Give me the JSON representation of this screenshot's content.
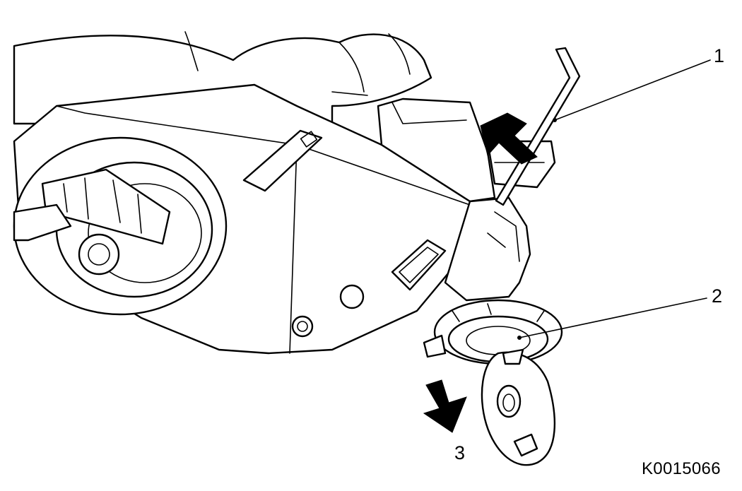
{
  "callouts": [
    {
      "id": "1",
      "text": "1"
    },
    {
      "id": "2",
      "text": "2"
    },
    {
      "id": "3",
      "text": "3"
    }
  ],
  "reference_code": "K0015066",
  "colors": {
    "line": "#000000",
    "fill": "#ffffff"
  }
}
